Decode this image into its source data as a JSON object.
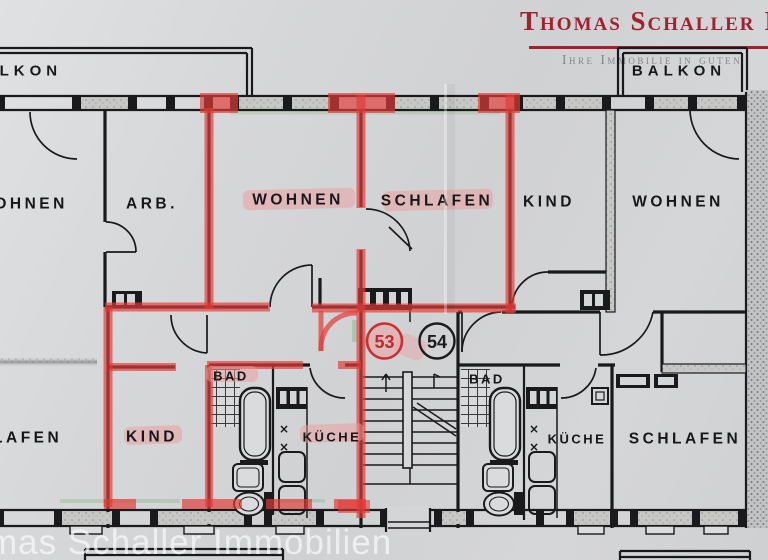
{
  "header": {
    "title": "Thomas Schaller I",
    "tagline": "Ihre Immobilie in guten"
  },
  "watermark": "mas Schaller Immobilien",
  "plan": {
    "balcony_left": "BALKON",
    "balcony_right": "BALKON",
    "rooms": {
      "wohnen_left": "WOHNEN",
      "arb": "ARB.",
      "wohnen_53": "WOHNEN",
      "schlafen_53": "SCHLAFEN",
      "kind_54": "KIND",
      "wohnen_54": "WOHNEN",
      "schlafen_left": "SCHLAFEN",
      "kind_53": "KIND",
      "bad_53": "BAD",
      "kueche_53": "KÜCHE",
      "bad_54": "BAD",
      "kueche_54": "KÜCHE",
      "schlafen_54": "SCHLAFEN"
    },
    "units": {
      "left_number": "53",
      "right_number": "54"
    },
    "symbols": {
      "burner": "×"
    }
  },
  "colors": {
    "paper": "#d4d5d7",
    "ink": "#1a1a1c",
    "marker_red": "#e23b36",
    "highlight_pink": "#ec9b9b",
    "trace_green": "#6fae6f",
    "brand_red": "#a1212f",
    "tagline_gray": "#85868a",
    "watermark_white": "#fafafc"
  }
}
